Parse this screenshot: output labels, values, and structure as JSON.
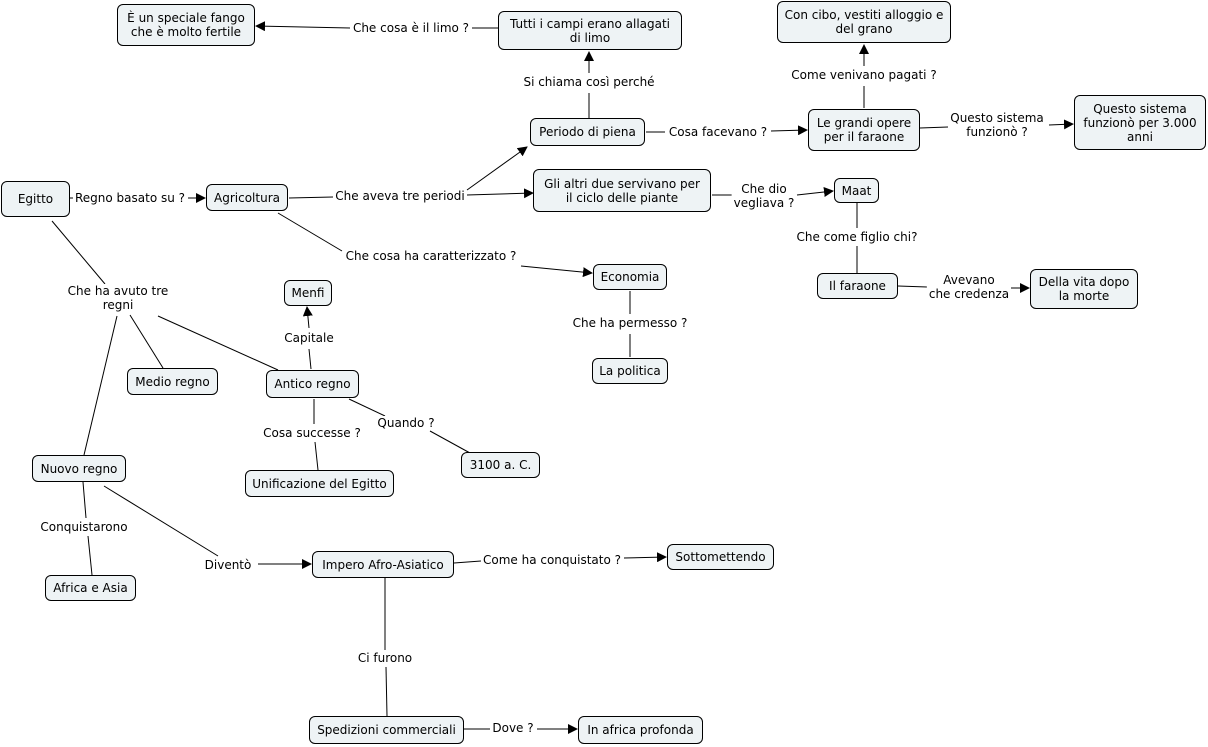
{
  "nodes": {
    "egitto": "Egitto",
    "agricoltura": "Agricoltura",
    "periodo_piena": "Periodo di piena",
    "campi_allagati": "Tutti i campi erano allagati\ndi limo",
    "fango": "È un speciale fango\nche è molto fertile",
    "altri_due": "Gli altri due servivano per\nil ciclo delle piante",
    "grandi_opere": "Le grandi opere\nper il faraone",
    "con_cibo": "Con cibo, vestiti alloggio e\ndel grano",
    "sistema": "Questo sistema\nfunzionò per 3.000\nanni",
    "maat": "Maat",
    "faraone": "Il  faraone",
    "vita_dopo": "Della vita dopo\nla morte",
    "economia": "Economia",
    "politica": "La politica",
    "menfi": "Menfi",
    "antico_regno": "Antico regno",
    "medio_regno": "Medio regno",
    "nuovo_regno": "Nuovo regno",
    "unificazione": "Unificazione del Egitto",
    "data_3100": "3100 a. C.",
    "africa_asia": "Africa e Asia",
    "impero": "Impero Afro-Asiatico",
    "sottomettendo": "Sottomettendo",
    "spedizioni": "Spedizioni commerciali",
    "africa_profonda": "In africa profonda"
  },
  "labels": {
    "regno_basato": "Regno basato su ?",
    "aveva_tre_periodi": "Che aveva tre periodi",
    "caratterizzato": "Che cosa ha caratterizzato ?",
    "si_chiama": "Si chiama così perché",
    "cosa_limo": "Che cosa è il limo ?",
    "cosa_facevano": "Cosa facevano ?",
    "come_pagati": "Come venivano pagati ?",
    "sistema_funziono": "Questo sistema\nfunzionò ?",
    "che_dio": "Che dio\nvegliava ?",
    "figlio_chi": "Che come figlio chi?",
    "credenza": "Avevano\nche credenza",
    "ha_permesso": "Che ha permesso ?",
    "tre_regni": "Che ha avuto tre\nregni",
    "capitale": "Capitale",
    "cosa_successe": "Cosa successe ?",
    "quando": "Quando ?",
    "conquistarono": "Conquistarono",
    "divento": "Diventò",
    "come_conquistato": "Come ha conquistato ?",
    "ci_furono": "Ci furono",
    "dove": "Dove ?"
  }
}
